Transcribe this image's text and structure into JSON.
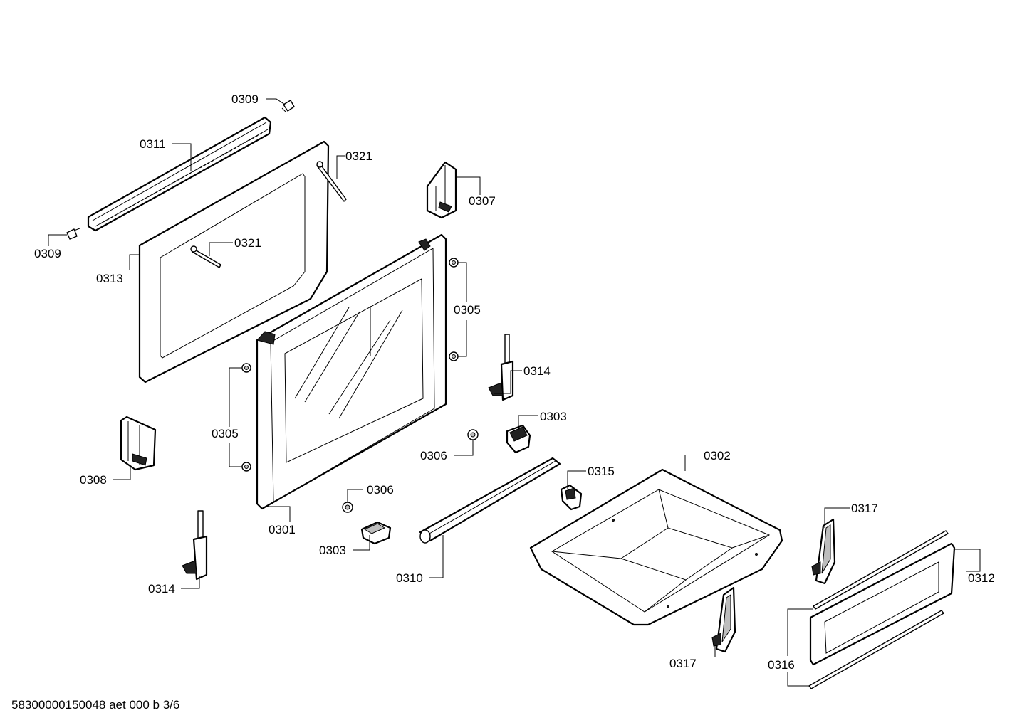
{
  "document_id": "58300000150048 aet 000 b 3/6",
  "labels": {
    "l0309a": "0309",
    "l0311": "0311",
    "l0321a": "0321",
    "l0307": "0307",
    "l0309b": "0309",
    "l0321b": "0321",
    "l0313": "0313",
    "l0305a": "0305",
    "l0314a": "0314",
    "l0303a": "0303",
    "l0305b": "0305",
    "l0306a": "0306",
    "l0302": "0302",
    "l0315": "0315",
    "l0308": "0308",
    "l0306b": "0306",
    "l0317a": "0317",
    "l0301": "0301",
    "l0303b": "0303",
    "l0312": "0312",
    "l0310": "0310",
    "l0314b": "0314",
    "l0317b": "0317",
    "l0316": "0316"
  }
}
